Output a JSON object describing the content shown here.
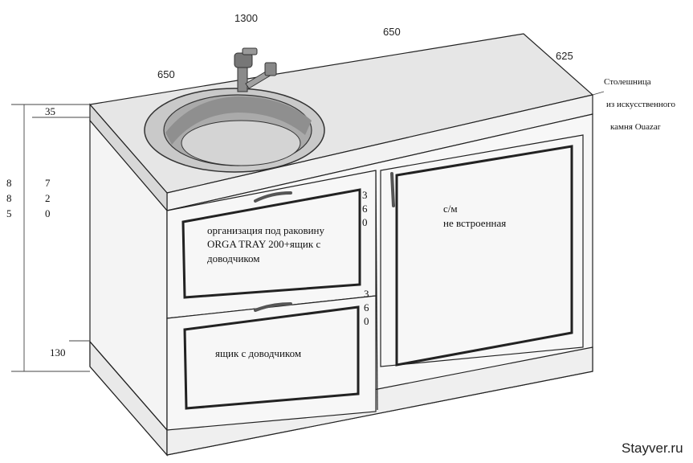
{
  "dimensions": {
    "total_width": "1300",
    "sink_section_width": "650",
    "cabinet_right_width": "650",
    "depth": "625",
    "countertop_thickness": "35",
    "total_height_digits": [
      "8",
      "8",
      "5"
    ],
    "body_height_digits": [
      "7",
      "2",
      "0"
    ],
    "plinth_height": "130",
    "drawer_top_height_digits": [
      "3",
      "6",
      "0"
    ],
    "drawer_bottom_height_digits": [
      "3",
      "6",
      "0"
    ]
  },
  "countertop_note": {
    "line1": "Столешница",
    "line2": "из искусственного",
    "line3": "камня Ouazar"
  },
  "labels": {
    "top_drawer_line1": "организация под раковину",
    "top_drawer_line2": "ORGA TRAY 200+ящик с",
    "top_drawer_line3": "доводчиком",
    "bottom_drawer": "ящик с доводчиком",
    "door_line1": "с/м",
    "door_line2": "не встроенная"
  },
  "watermark": "Stayver.ru"
}
